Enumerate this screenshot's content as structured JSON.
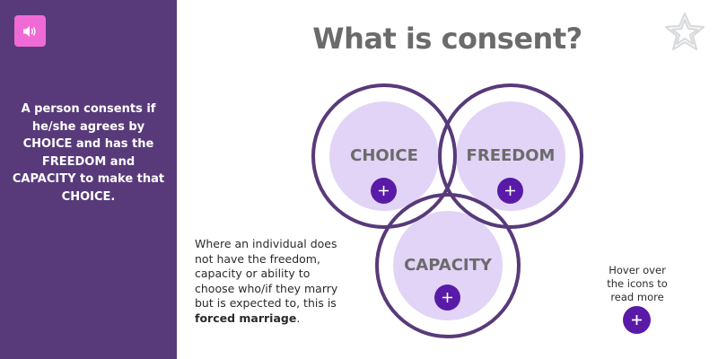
{
  "sidebar": {
    "audio_button": {
      "icon": "speaker-icon",
      "color": "#f06ad6"
    },
    "text": "A person consents if he/she agrees by CHOICE and has the FREEDOM and CAPACITY to make that CHOICE.",
    "background": "#583a7a"
  },
  "header": {
    "title": "What is consent?",
    "logo": "star-knot-logo-icon"
  },
  "venn": {
    "circles": [
      {
        "label": "CHOICE",
        "button_icon": "plus-icon"
      },
      {
        "label": "FREEDOM",
        "button_icon": "plus-icon"
      },
      {
        "label": "CAPACITY",
        "button_icon": "plus-icon"
      }
    ],
    "ring_color": "#583a7a",
    "fill_color": "#e1d4f7",
    "button_color": "#5a1aa8"
  },
  "description": {
    "text": "Where an individual does not have the freedom, capacity or ability to choose who/if they marry but is expected to, this is ",
    "emphasis": "forced marriage",
    "suffix": "."
  },
  "hint": {
    "text": "Hover over the icons to read more",
    "button_icon": "plus-icon"
  }
}
